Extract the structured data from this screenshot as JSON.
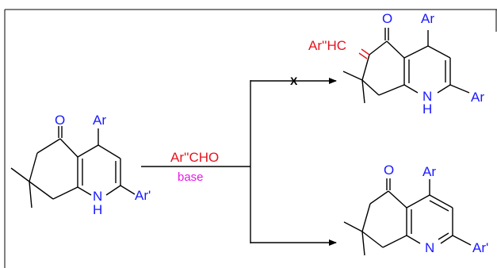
{
  "reagents": {
    "aldehyde": "Ar''CHO",
    "base": "base"
  },
  "blocked_mark": "X",
  "starting_material": {
    "oxygen": "O",
    "aryl": "Ar",
    "nitrogen": "N",
    "hydrogen": "H",
    "aryl_prime": "Ar'"
  },
  "top_product": {
    "benzylidene": "Ar''HC",
    "oxygen": "O",
    "aryl": "Ar",
    "nitrogen": "N",
    "hydrogen": "H",
    "aryl_right": "Ar"
  },
  "bottom_product": {
    "oxygen": "O",
    "aryl": "Ar",
    "nitrogen": "N",
    "aryl_prime": "Ar'"
  },
  "colors": {
    "scaffold": "#000000",
    "heteroatom_blue": "#1a1aff",
    "reagent_red": "#e6141e",
    "base_magenta": "#e619e6"
  }
}
